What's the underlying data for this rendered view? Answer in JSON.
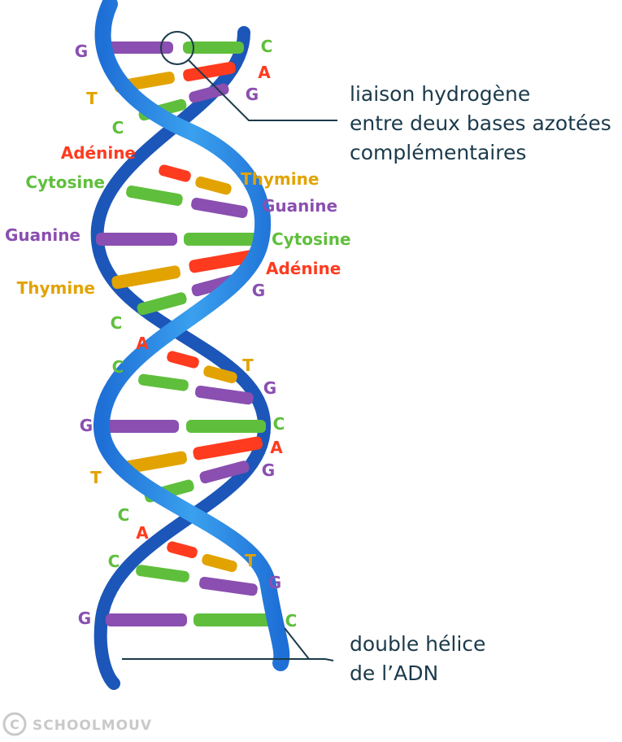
{
  "colors": {
    "A": "#ff3b1f",
    "T": "#e2a300",
    "G": "#8a4fb0",
    "C": "#5fbf3c",
    "strand_front": "#2f8fe0",
    "strand_back": "#1f5fbf",
    "annotation": "#1b3a4b"
  },
  "labels": [
    {
      "text": "G",
      "base": "G"
    },
    {
      "text": "C",
      "base": "C"
    },
    {
      "text": "A",
      "base": "A"
    },
    {
      "text": "T",
      "base": "T"
    },
    {
      "text": "G",
      "base": "G"
    },
    {
      "text": "C",
      "base": "C"
    },
    {
      "text": "Adénine",
      "base": "A"
    },
    {
      "text": "Cytosine",
      "base": "C"
    },
    {
      "text": "Thymine",
      "base": "T"
    },
    {
      "text": "Guanine",
      "base": "G"
    },
    {
      "text": "Guanine",
      "base": "G"
    },
    {
      "text": "Cytosine",
      "base": "C"
    },
    {
      "text": "Thymine",
      "base": "T"
    },
    {
      "text": "Adénine",
      "base": "A"
    },
    {
      "text": "G",
      "base": "G"
    },
    {
      "text": "C",
      "base": "C"
    },
    {
      "text": "A",
      "base": "A"
    },
    {
      "text": "C",
      "base": "C"
    },
    {
      "text": "T",
      "base": "T"
    },
    {
      "text": "G",
      "base": "G"
    },
    {
      "text": "G",
      "base": "G"
    },
    {
      "text": "C",
      "base": "C"
    },
    {
      "text": "A",
      "base": "A"
    },
    {
      "text": "T",
      "base": "T"
    },
    {
      "text": "G",
      "base": "G"
    },
    {
      "text": "C",
      "base": "C"
    },
    {
      "text": "A",
      "base": "A"
    },
    {
      "text": "C",
      "base": "C"
    },
    {
      "text": "T",
      "base": "T"
    },
    {
      "text": "G",
      "base": "G"
    },
    {
      "text": "G",
      "base": "G"
    },
    {
      "text": "C",
      "base": "C"
    }
  ],
  "annotations": {
    "hydrogen_bond": [
      "liaison hydrogène",
      "entre deux bases azotées",
      "complémentaires"
    ],
    "double_helix": [
      "double hélice",
      "de l’ADN"
    ]
  },
  "watermark": {
    "copyright_icon": "copyright-icon",
    "text": "SCHOOLMOUV"
  }
}
